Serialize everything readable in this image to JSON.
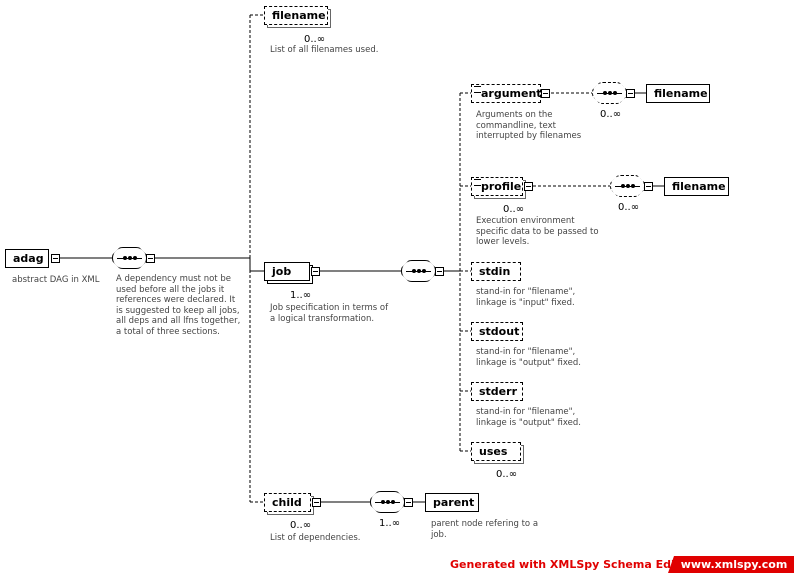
{
  "diagram": {
    "root": {
      "name": "adag",
      "doc": "abstract DAG in XML"
    },
    "root_sequence": {
      "doc": [
        "A dependency must not be",
        "used before all the jobs it",
        "references were declared. It",
        "is suggested to keep all jobs,",
        "all deps and all lfns together,",
        "a total of three sections."
      ]
    },
    "filename": {
      "name": "filename",
      "card": "0..∞",
      "doc": "List of all filenames used."
    },
    "job": {
      "name": "job",
      "card": "1..∞",
      "doc": [
        "Job specification in terms of",
        "a logical transformation."
      ]
    },
    "argument": {
      "name": "argument",
      "doc": [
        "Arguments on the",
        "commandline, text",
        "interrupted by filenames"
      ],
      "seq_card": "0..∞",
      "child": "filename"
    },
    "profile": {
      "name": "profile",
      "card": "0..∞",
      "doc": [
        "Execution environment",
        "specific data to be passed to",
        "lower levels."
      ],
      "seq_card": "0..∞",
      "child": "filename"
    },
    "stdin": {
      "name": "stdin",
      "doc": [
        "stand-in for \"filename\",",
        "linkage is \"input\" fixed."
      ]
    },
    "stdout": {
      "name": "stdout",
      "doc": [
        "stand-in for \"filename\",",
        "linkage is \"output\" fixed."
      ]
    },
    "stderr": {
      "name": "stderr",
      "doc": [
        "stand-in for \"filename\",",
        "linkage is \"output\" fixed."
      ]
    },
    "uses": {
      "name": "uses",
      "card": "0..∞"
    },
    "child": {
      "name": "child",
      "card": "0..∞",
      "doc": "List of dependencies.",
      "seq_card": "1..∞",
      "parent": {
        "name": "parent",
        "doc": [
          "parent node refering to a",
          "job."
        ]
      }
    }
  },
  "footer": {
    "generated": "Generated with XMLSpy Schema Editor",
    "url": "www.xmlspy.com"
  },
  "colors": {
    "accent": "#e00000",
    "line": "#000000",
    "doc_text": "#444444"
  }
}
